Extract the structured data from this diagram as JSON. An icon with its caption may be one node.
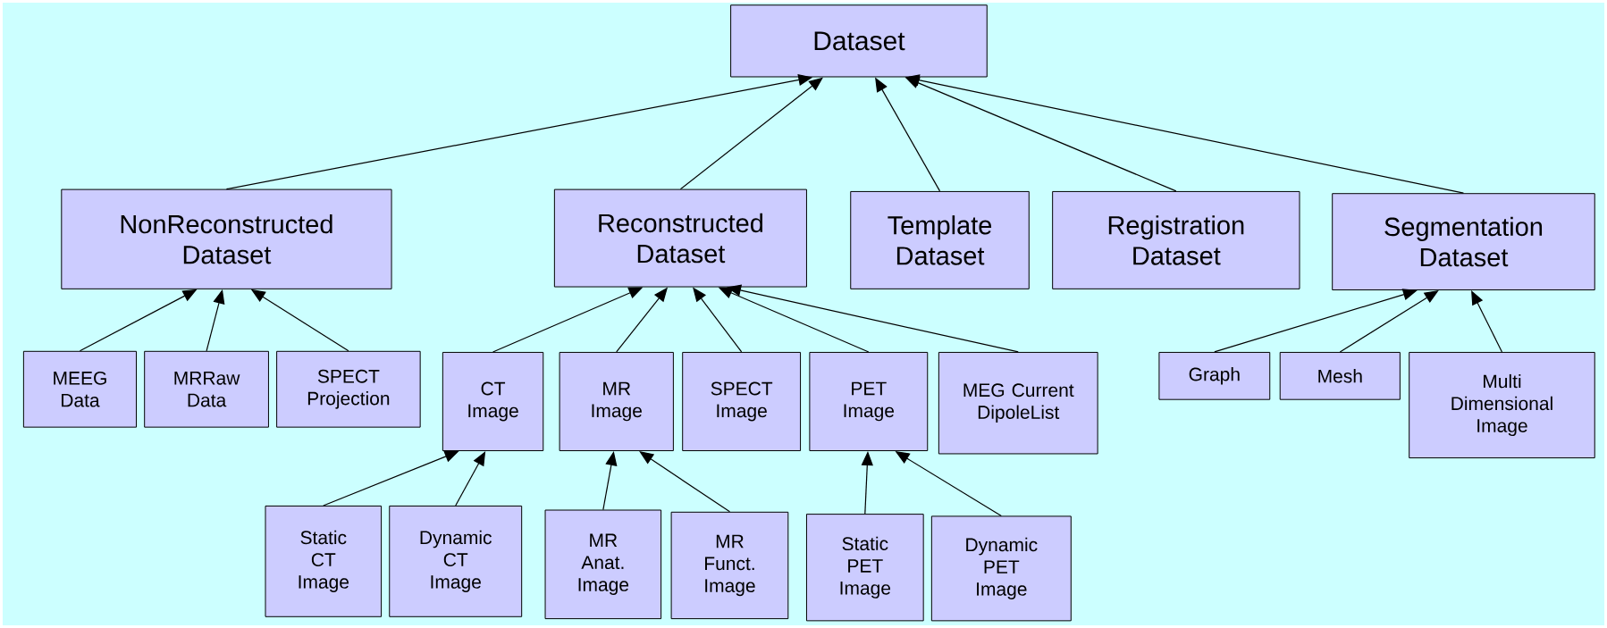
{
  "diagram": {
    "nodes": [
      {
        "text": [
          "Dataset"
        ]
      },
      {
        "text": [
          "NonReconstructed Dataset"
        ]
      },
      {
        "text": [
          "Reconstructed Dataset"
        ]
      },
      {
        "text": [
          "Template Dataset"
        ]
      },
      {
        "text": [
          "Registration Dataset"
        ]
      },
      {
        "text": [
          "Segmentation Dataset"
        ]
      },
      {
        "text": [
          "MEEG Data"
        ]
      },
      {
        "text": [
          "MRRaw Data"
        ]
      },
      {
        "text": [
          "SPECT Projection"
        ]
      },
      {
        "text": [
          "CT Image"
        ]
      },
      {
        "text": [
          "MR Image"
        ]
      },
      {
        "text": [
          "SPECT Image"
        ]
      },
      {
        "text": [
          "PET Image"
        ]
      },
      {
        "text": [
          "MEG Current DipoleList"
        ]
      },
      {
        "text": [
          "Graph"
        ]
      },
      {
        "text": [
          "Mesh"
        ]
      },
      {
        "text": [
          "Multi Dimensional Image"
        ]
      },
      {
        "text": [
          "Static CT Image"
        ]
      },
      {
        "text": [
          "Dynamic CT Image"
        ]
      },
      {
        "text": [
          "MR Anat. Image"
        ]
      },
      {
        "text": [
          "MR Funct. Image"
        ]
      },
      {
        "text": [
          "Static PET Image"
        ]
      },
      {
        "text": [
          "Dynamic PET Image"
        ]
      }
    ],
    "edges": [
      {
        "from": 1,
        "to": 0,
        "arrow": "to"
      },
      {
        "from": 2,
        "to": 0,
        "arrow": "to"
      },
      {
        "from": 3,
        "to": 0,
        "arrow": "to"
      },
      {
        "from": 4,
        "to": 0,
        "arrow": "to"
      },
      {
        "from": 5,
        "to": 0,
        "arrow": "to"
      },
      {
        "from": 6,
        "to": 1,
        "arrow": "to"
      },
      {
        "from": 7,
        "to": 1,
        "arrow": "to"
      },
      {
        "from": 8,
        "to": 1,
        "arrow": "to"
      },
      {
        "from": 9,
        "to": 2,
        "arrow": "to"
      },
      {
        "from": 10,
        "to": 2,
        "arrow": "to"
      },
      {
        "from": 11,
        "to": 2,
        "arrow": "to"
      },
      {
        "from": 12,
        "to": 2,
        "arrow": "to"
      },
      {
        "from": 13,
        "to": 2,
        "arrow": "to"
      },
      {
        "from": 14,
        "to": 5,
        "arrow": "to"
      },
      {
        "from": 15,
        "to": 5,
        "arrow": "to"
      },
      {
        "from": 16,
        "to": 5,
        "arrow": "to"
      },
      {
        "from": 17,
        "to": 9,
        "arrow": "to"
      },
      {
        "from": 18,
        "to": 9,
        "arrow": "to"
      },
      {
        "from": 19,
        "to": 10,
        "arrow": "to"
      },
      {
        "from": 20,
        "to": 10,
        "arrow": "to"
      },
      {
        "from": 21,
        "to": 12,
        "arrow": "to"
      },
      {
        "from": 22,
        "to": 12,
        "arrow": "to"
      }
    ]
  }
}
